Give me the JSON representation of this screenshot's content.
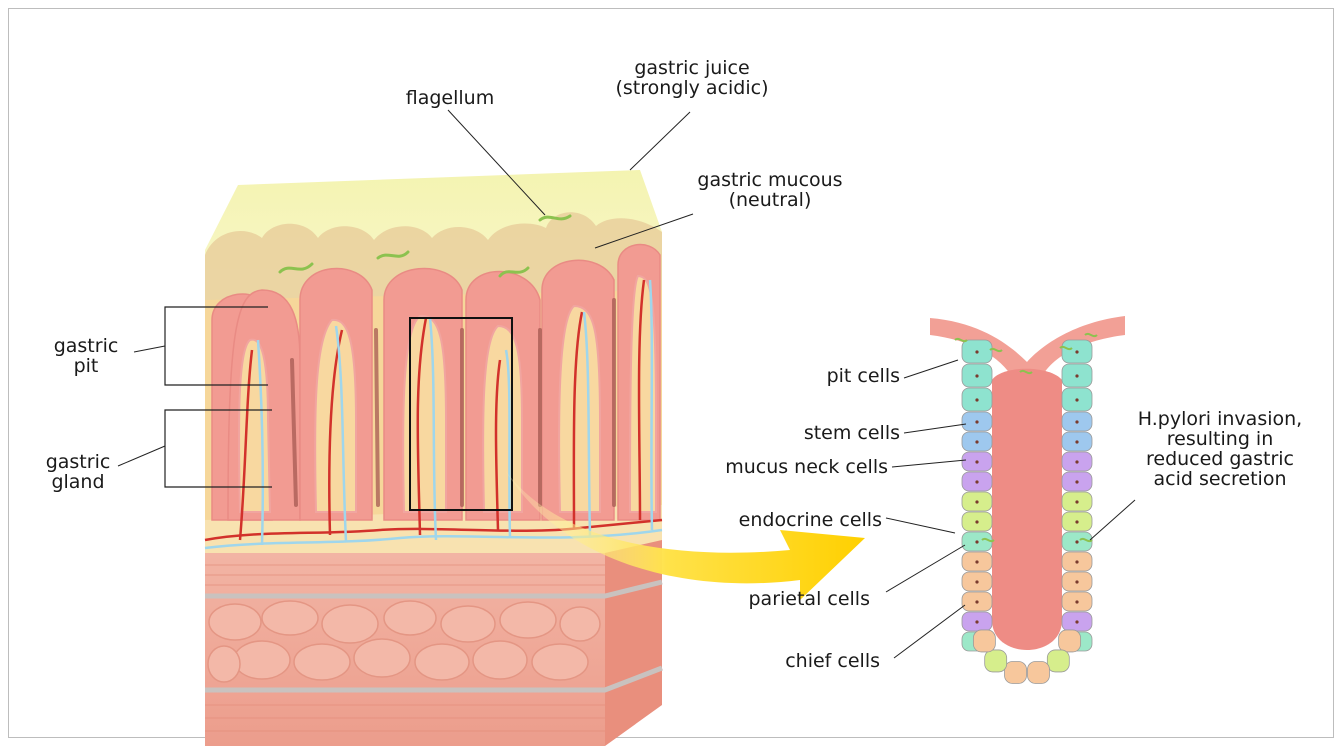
{
  "labels": {
    "gastric_juice": "gastric juice\n(strongly acidic)",
    "flagellum": "flagellum",
    "gastric_mucous": "gastric mucous\n(neutral)",
    "gastric_pit": "gastric\npit",
    "gastric_gland": "gastric\ngland",
    "pit_cells": "pit cells",
    "stem_cells": "stem cells",
    "mucus_neck_cells": "mucus neck cells",
    "endocrine_cells": "endocrine cells",
    "parietal_cells": "parietal cells",
    "chief_cells": "chief cells",
    "hpylori_invasion": "H.pylori invasion,\nresulting in\nreduced gastric\nacid secretion"
  },
  "colors": {
    "gastric_juice": "#f3f2a8",
    "mucous": "#e9cf9c",
    "mucosa": "#f29b92",
    "submucosa": "#f6d79a",
    "muscle": "#f0a897",
    "artery": "#d2312b",
    "vein": "#9fd6ec",
    "bacteria": "#a8d66b",
    "pit_cell": "#8ee3cf",
    "stem_cell": "#9ec8ee",
    "neck_cell": "#c9a3ee",
    "endocrine_cell": "#d6ee8c",
    "parietal_cell": "#9ce8c8",
    "chief_cell": "#f7c79c",
    "lumen": "#ee8c85",
    "arrow": "#ffd400"
  }
}
